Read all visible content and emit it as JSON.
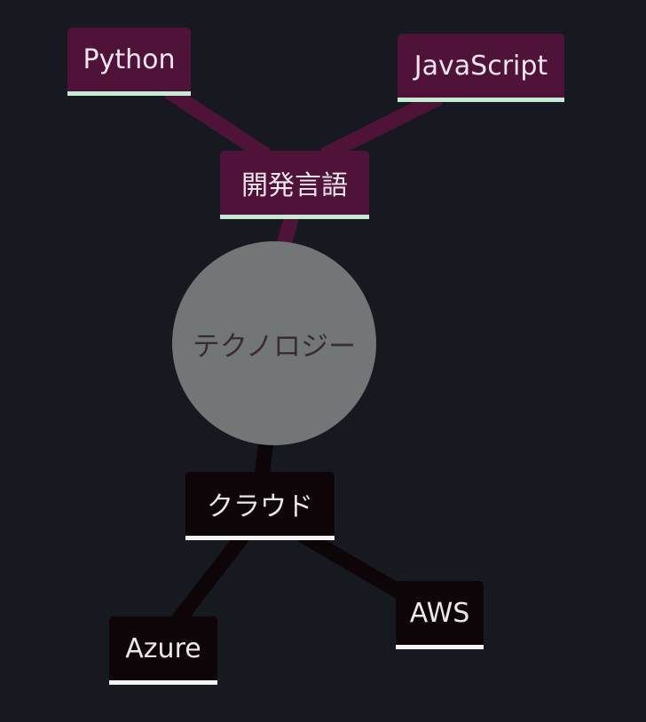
{
  "mindmap": {
    "root": "テクノロジー",
    "branches": [
      {
        "label": "開発言語",
        "children": [
          "Python",
          "JavaScript"
        ]
      },
      {
        "label": "クラウド",
        "children": [
          "AWS",
          "Azure"
        ]
      }
    ]
  },
  "colors": {
    "background": "#16191f",
    "root_fill": "#737677",
    "root_text": "#3a2a33",
    "branch1_fill": "#4f1239",
    "branch1_edge": "#4f1239",
    "branch1_underline": "#c3ecd2",
    "branch2_fill": "#0d0507",
    "branch2_edge": "#0d0507",
    "branch2_underline": "#f4f4f4"
  }
}
